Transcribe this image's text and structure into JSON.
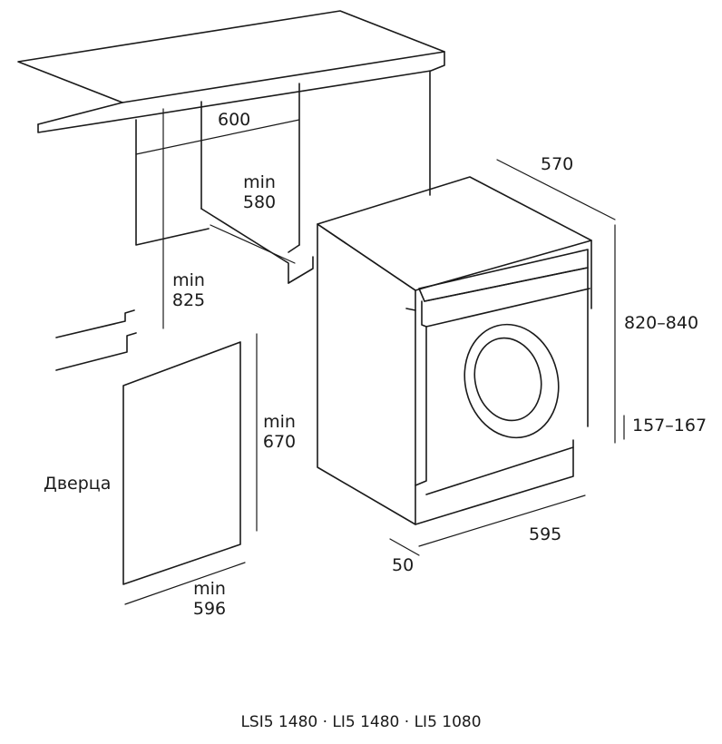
{
  "dimensions": {
    "niche_width": "600",
    "niche_depth": {
      "line1": "min",
      "line2": "580"
    },
    "niche_height": {
      "line1": "min",
      "line2": "825"
    },
    "door_height": {
      "line1": "min",
      "line2": "670"
    },
    "door_width": {
      "line1": "min",
      "line2": "596"
    },
    "door_label": "Дверца",
    "machine_depth": "570",
    "machine_height": "820–840",
    "door_mount_height": "157–167",
    "machine_width": "595",
    "plinth_offset": "50"
  },
  "caption": "LSI5 1480 · LI5 1480 · LI5 1080"
}
